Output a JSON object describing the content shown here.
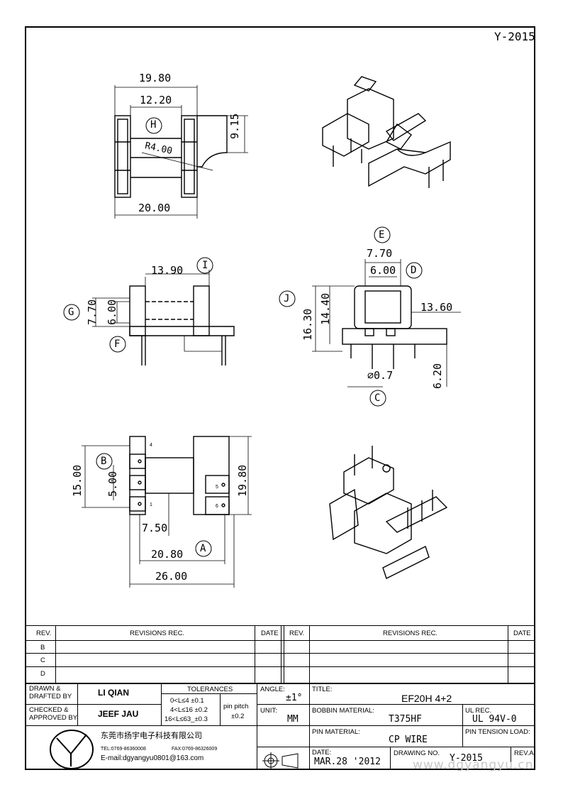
{
  "drawing_code_top": "Y-2015",
  "top_view": {
    "dim_overall_top": "19.80",
    "dim_inner": "12.20",
    "dim_height": "9.15",
    "radius": "R4.00",
    "dim_overall_bottom": "20.00",
    "marker": "H"
  },
  "side_view": {
    "dim_length": "13.90",
    "marker_length": "I",
    "dim_outer": "7.70",
    "dim_inner": "6.00",
    "marker_outer": "G",
    "marker_pin": "F"
  },
  "end_view": {
    "marker_top": "E",
    "dim_top": "7.70",
    "dim_mid": "6.00",
    "marker_mid": "D",
    "dim_width": "13.60",
    "dim_total_height": "16.30",
    "dim_body_height": "14.40",
    "marker_height": "J",
    "dim_pin_dia": "∅0.7",
    "marker_pin": "C",
    "dim_pin_len": "6.20"
  },
  "bottom_view": {
    "dim_span": "15.00",
    "dim_pitch": "5.00",
    "marker_pitch": "B",
    "dim_height": "19.80",
    "dim_offset": "7.50",
    "dim_rows": "20.80",
    "marker_rows": "A",
    "dim_total": "26.00",
    "pin_numbers": [
      "4",
      "1",
      "5",
      "6"
    ]
  },
  "revisions": {
    "col_rev": "REV.",
    "col_rec": "REVISIONS   REC.",
    "col_date": "DATE",
    "rows": [
      "B",
      "C",
      "D"
    ]
  },
  "title_block": {
    "drawn_label": "DRAWN &\nDRAFTED BY",
    "drawn_value": "LI QIAN",
    "checked_label": "CHECKED &\nAPPROVED BY",
    "checked_value": "JEEF JAU",
    "tolerances_label": "TOLERANCES",
    "tol_rows": [
      "0<L≤4   ±0.1",
      "4<L≤16  ±0.2",
      "16<L≤63_±0.3"
    ],
    "pin_pitch_label": "pin pitch",
    "pin_pitch_value": "±0.2",
    "angle_label": "ANGLE:",
    "angle_value": "±1°",
    "unit_label": "UNIT:",
    "unit_value": "MM",
    "title_label": "TITLE:",
    "title_value": "EF20H 4+2",
    "bobbin_label": "BOBBIN MATERIAL:",
    "bobbin_value": "T375HF",
    "ul_label": "UL REC.",
    "ul_value": "UL 94V-0",
    "pin_mat_label": "PIN MATERIAL:",
    "pin_mat_value": "CP WIRE",
    "pin_tension_label": "PIN TENSION LOAD:",
    "date_label": "DATE:",
    "date_value": "MAR.28 '2012",
    "drawing_no_label": "DRAWING NO.",
    "drawing_no_value": "Y-2015",
    "rev_label": "REV.A",
    "company_name": "东莞市扬宇电子科技有限公司",
    "tel": "TEL:0769-86360008",
    "fax": "FAX:0769-86326009",
    "email": "E-mail:dgyangyu0801@163.com"
  },
  "watermark": "www.dgyangyu.cn"
}
